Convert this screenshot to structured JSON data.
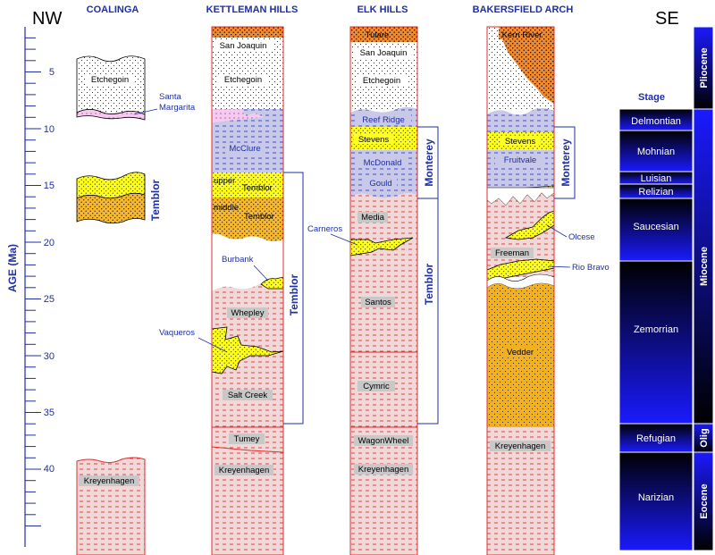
{
  "orientation": {
    "left": "NW",
    "right": "SE"
  },
  "axis": {
    "label": "AGE (Ma)",
    "ticks": [
      "5",
      "10",
      "15",
      "20",
      "25",
      "30",
      "35",
      "40"
    ]
  },
  "columns": {
    "coalinga": {
      "title": "COALINGA"
    },
    "kettleman": {
      "title": "KETTLEMAN HILLS"
    },
    "elk": {
      "title": "ELK HILLS"
    },
    "bakersfield": {
      "title": "BAKERSFIELD ARCH"
    }
  },
  "units": {
    "coalinga": {
      "etchegoin": "Etchegoin",
      "santa_margarita_1": "Santa",
      "santa_margarita_2": "Margarita",
      "kreyenhagen": "Kreyenhagen",
      "temblor_group": "Temblor"
    },
    "kettleman": {
      "san_joaquin": "San Joaquin",
      "etchegoin": "Etchegoin",
      "mcclure": "McClure",
      "upper_temblor_1": "upper",
      "upper_temblor_2": "Temblor",
      "middle_temblor_1": "middle",
      "middle_temblor_2": "Temblor",
      "burbank": "Burbank",
      "whepley": "Whepley",
      "vaqueros": "Vaqueros",
      "salt_creek": "Salt Creek",
      "tumey": "Tumey",
      "kreyenhagen": "Kreyenhagen",
      "temblor_group": "Temblor"
    },
    "elk": {
      "tulare": "Tulare",
      "san_joaquin": "San Joaquin",
      "etchegoin": "Etchegoin",
      "reef_ridge": "Reef Ridge",
      "stevens": "Stevens",
      "mcdonald": "McDonald",
      "gould": "Gould",
      "media": "Media",
      "carneros": "Carneros",
      "santos": "Santos",
      "cymric": "Cymric",
      "wagonwheel": "WagonWheel",
      "kreyenhagen": "Kreyenhagen",
      "monterey_group": "Monterey",
      "temblor_group": "Temblor"
    },
    "bakersfield": {
      "kern_river": "Kern River",
      "stevens": "Stevens",
      "fruitvale": "Fruitvale",
      "olcese": "Olcese",
      "freeman": "Freeman",
      "rio_bravo": "Rio Bravo",
      "vedder": "Vedder",
      "kreyenhagen": "Kreyenhagen",
      "monterey_group": "Monterey"
    }
  },
  "stages": {
    "header": "Stage",
    "items": [
      "Delmontian",
      "Mohnian",
      "Luisian",
      "Relizian",
      "Saucesian",
      "Zemorrian",
      "Refugian",
      "Narizian"
    ]
  },
  "epochs": [
    "Pliocene",
    "Miocene",
    "Olig",
    "Eocene"
  ],
  "colors": {
    "shale_fill": "#f0d8d8",
    "shale_dash": "#e03030",
    "sand_fill": "#ffff20",
    "temblor_fill": "#f5b830",
    "blue_fill": "#c8c8e8",
    "blue_dash": "#3040c0",
    "orange_fill": "#f08a30",
    "pink_fill": "#f8c8f0",
    "vedder_fill": "#f0b020",
    "accent": "#1f2fa6"
  }
}
